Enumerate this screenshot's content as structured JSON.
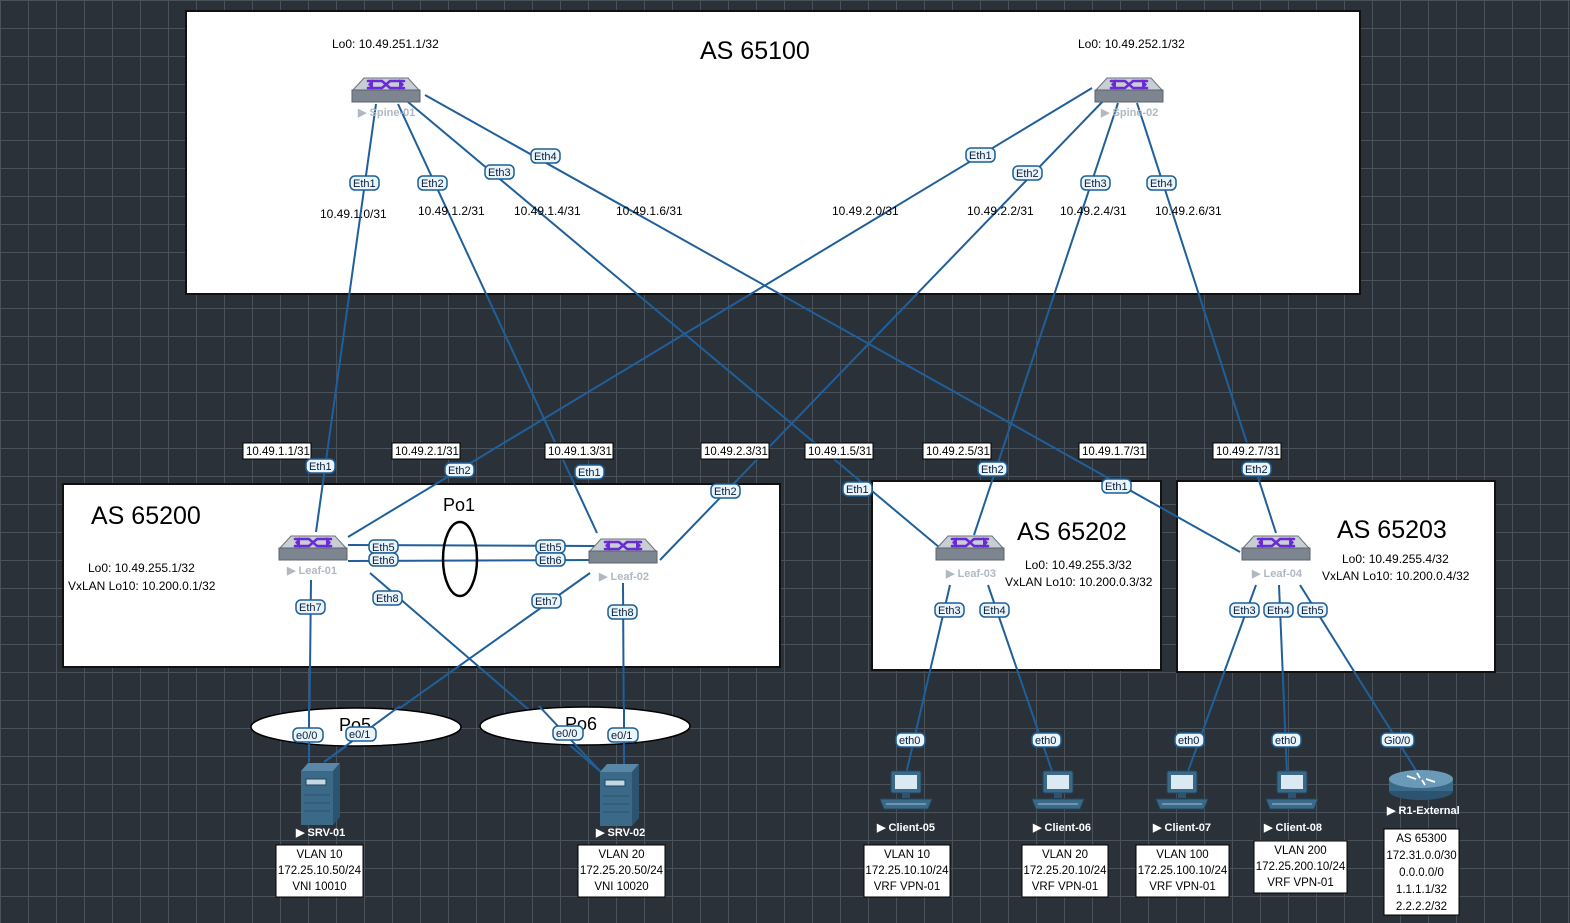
{
  "zones": {
    "as65100": {
      "label": "AS 65100"
    },
    "as65200": {
      "label": "AS 65200",
      "lo0": "Lo0: 10.49.255.1/32",
      "vxlan": "VxLAN Lo10: 10.200.0.1/32"
    },
    "as65202": {
      "label": "AS 65202",
      "lo0": "Lo0: 10.49.255.3/32",
      "vxlan": "VxLAN Lo10: 10.200.0.3/32"
    },
    "as65203": {
      "label": "AS 65203",
      "lo0": "Lo0: 10.49.255.4/32",
      "vxlan": "VxLAN Lo10: 10.200.0.4/32"
    }
  },
  "spines": {
    "spine01": {
      "name": "Spine-01",
      "lo0": "Lo0: 10.49.251.1/32"
    },
    "spine02": {
      "name": "Spine-02",
      "lo0": "Lo0: 10.49.252.1/32"
    }
  },
  "leaves": {
    "leaf01": {
      "name": "Leaf-01"
    },
    "leaf02": {
      "name": "Leaf-02"
    },
    "leaf03": {
      "name": "Leaf-03"
    },
    "leaf04": {
      "name": "Leaf-04"
    }
  },
  "portchannels": {
    "po1": "Po1",
    "po5": "Po5",
    "po6": "Po6"
  },
  "subnets": {
    "s1_0": "10.49.1.0/31",
    "s1_2": "10.49.1.2/31",
    "s1_4": "10.49.1.4/31",
    "s1_6": "10.49.1.6/31",
    "s2_0": "10.49.2.0/31",
    "s2_2": "10.49.2.2/31",
    "s2_4": "10.49.2.4/31",
    "s2_6": "10.49.2.6/31",
    "s1_1": "10.49.1.1/31",
    "s2_1": "10.49.2.1/31",
    "s1_3": "10.49.1.3/31",
    "s2_3": "10.49.2.3/31",
    "s1_5": "10.49.1.5/31",
    "s2_5": "10.49.2.5/31",
    "s1_7": "10.49.1.7/31",
    "s2_7": "10.49.2.7/31"
  },
  "ifaces": {
    "eth1": "Eth1",
    "eth2": "Eth2",
    "eth3": "Eth3",
    "eth4": "Eth4",
    "eth5": "Eth5",
    "eth6": "Eth6",
    "eth7": "Eth7",
    "eth8": "Eth8",
    "e00": "e0/0",
    "e01": "e0/1",
    "eth0": "eth0",
    "gi00": "Gi0/0"
  },
  "endpoints": {
    "srv01": {
      "name": "SRV-01",
      "lines": [
        "VLAN 10",
        "172.25.10.50/24",
        "VNI 10010"
      ]
    },
    "srv02": {
      "name": "SRV-02",
      "lines": [
        "VLAN 20",
        "172.25.20.50/24",
        "VNI 10020"
      ]
    },
    "client05": {
      "name": "Client-05",
      "lines": [
        "VLAN 10",
        "172.25.10.10/24",
        "VRF VPN-01"
      ]
    },
    "client06": {
      "name": "Client-06",
      "lines": [
        "VLAN 20",
        "172.25.20.10/24",
        "VRF VPN-01"
      ]
    },
    "client07": {
      "name": "Client-07",
      "lines": [
        "VLAN 100",
        "172.25.100.10/24",
        "VRF VPN-01"
      ]
    },
    "client08": {
      "name": "Client-08",
      "lines": [
        "VLAN 200",
        "172.25.200.10/24",
        "VRF VPN-01"
      ]
    },
    "r1": {
      "name": "R1-External",
      "lines": [
        "AS 65300",
        "172.31.0.0/30",
        "0.0.0.0/0",
        "1.1.1.1/32",
        "2.2.2.2/32"
      ]
    }
  },
  "colors": {
    "link": "#1f5f9a",
    "switch_body": "#7d8590",
    "switch_top": "#c9ced4",
    "arrows": "#6a2bd6",
    "server": "#3b6a88"
  }
}
